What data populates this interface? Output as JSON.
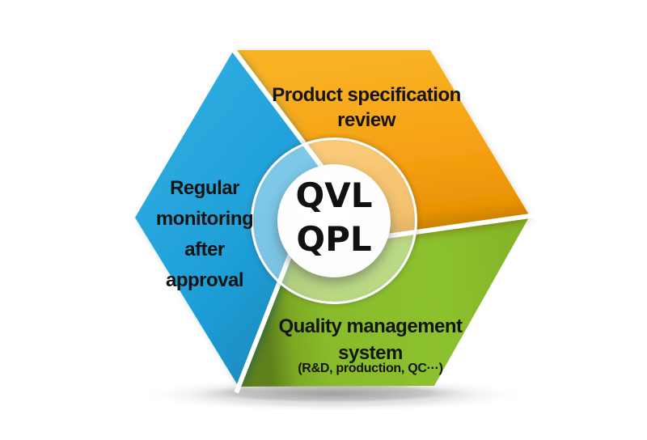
{
  "center_badge": {
    "lines": [
      "QVL",
      "QPL"
    ]
  },
  "segments": {
    "product_review": {
      "color": "#F5A012",
      "lines": [
        "Product specification",
        "review"
      ]
    },
    "monitoring": {
      "color": "#1E9ED6",
      "lines": [
        "Regular",
        "monitoring",
        "after",
        "approval"
      ]
    },
    "quality_system": {
      "color": "#8BC02C",
      "lines": [
        "Quality management",
        "system"
      ],
      "subtext": "(R&D, production, QC···)"
    }
  }
}
